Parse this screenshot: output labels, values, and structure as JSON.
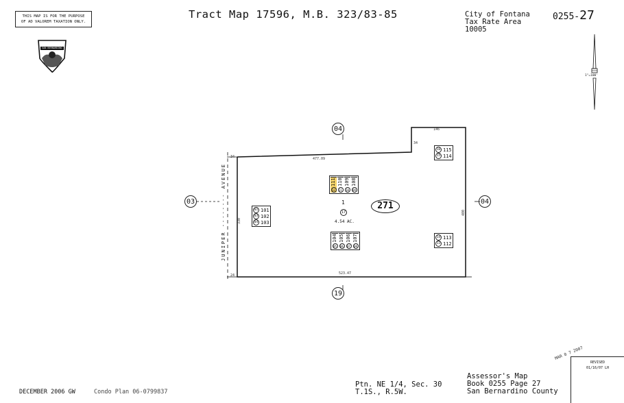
{
  "disclaimer": {
    "line1": "THIS MAP IS FOR THE PURPOSE",
    "line2": "OF AD VALOREM TAXATION ONLY."
  },
  "title": "Tract Map 17596, M.B. 323/83-85",
  "tax_area": {
    "city": "City of Fontana",
    "label": "Tax Rate Area",
    "number": "10005"
  },
  "map_code": {
    "prefix": "0255-",
    "page": "27"
  },
  "scale": "1\"=100'",
  "seal": {
    "text": "SAN BERNARDINO"
  },
  "neighbors": {
    "north": "04",
    "west": "03",
    "east": "04",
    "south": "19"
  },
  "street": "JUNIPER -------- AVENUE",
  "parcel": {
    "number": "271",
    "lot": "1",
    "lot_circle": "17",
    "acreage": "4.54 AC."
  },
  "dimensions": {
    "top": "477.09",
    "bottom": "523.47",
    "notch_top": "146",
    "left": "330",
    "right": "400",
    "notch": "34",
    "corner_tl": "34",
    "corner_bl": "24"
  },
  "lots_left": [
    {
      "c": "01",
      "n": "101"
    },
    {
      "c": "03",
      "n": "102"
    },
    {
      "c": "04",
      "n": "103"
    }
  ],
  "lots_top_right": [
    {
      "c": "16",
      "n": "115"
    },
    {
      "c": "15",
      "n": "114"
    }
  ],
  "lots_bottom_right": [
    {
      "c": "14",
      "n": "113"
    },
    {
      "c": "13",
      "n": "112"
    }
  ],
  "lots_top_center": [
    {
      "n": "111",
      "c": "12",
      "highlight": true
    },
    {
      "n": "110",
      "c": "11"
    },
    {
      "n": "109",
      "c": "10"
    },
    {
      "n": "108",
      "c": "09"
    }
  ],
  "lots_bottom_center": [
    {
      "n": "104",
      "c": "05"
    },
    {
      "n": "105",
      "c": "06"
    },
    {
      "n": "106",
      "c": "07"
    },
    {
      "n": "107",
      "c": "08"
    }
  ],
  "footer": {
    "date": "DECEMBER 2006 GW",
    "condo": "Condo Plan 06-0799837",
    "ptn": "Ptn. NE 1/4, Sec. 30",
    "township": "T.1S., R.5W.",
    "assessor_line1": "Assessor's Map",
    "assessor_line2": "Book 0255 Page 27",
    "assessor_line3": "San Bernardino County",
    "revised_label": "REVISED",
    "revised_date": "01/16/07 LH",
    "stamp": "MAR 0 7 2007"
  },
  "colors": {
    "highlight": "#f5d46a",
    "ink": "#111111"
  }
}
